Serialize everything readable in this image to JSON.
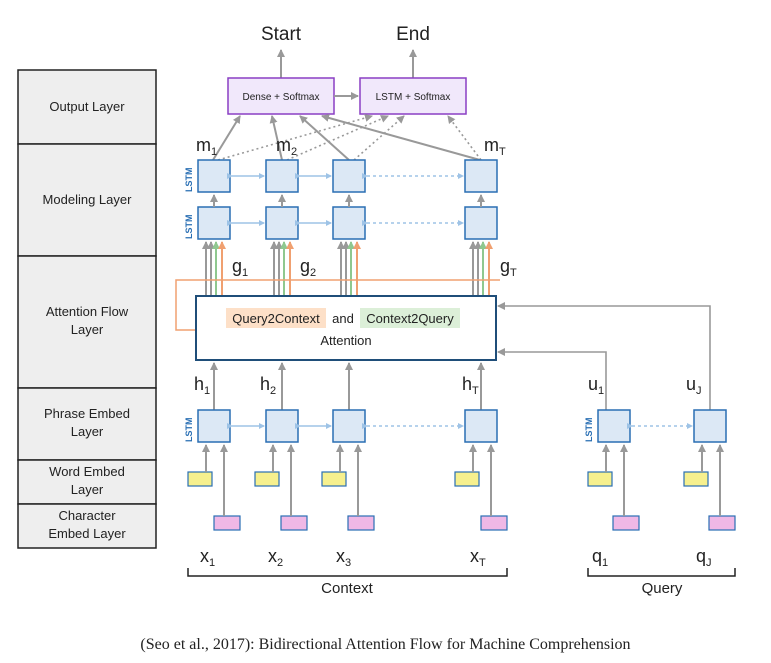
{
  "layers": [
    {
      "id": "output",
      "lines": [
        "Output Layer"
      ]
    },
    {
      "id": "modeling",
      "lines": [
        "Modeling Layer"
      ]
    },
    {
      "id": "attention",
      "lines": [
        "Attention Flow",
        "Layer"
      ]
    },
    {
      "id": "phrase",
      "lines": [
        "Phrase Embed",
        "Layer"
      ]
    },
    {
      "id": "word",
      "lines": [
        "Word Embed",
        "Layer"
      ]
    },
    {
      "id": "char",
      "lines": [
        "Character",
        "Embed Layer"
      ]
    }
  ],
  "outputs": {
    "start": "Start",
    "end": "End"
  },
  "output_boxes": {
    "dense": "Dense + Softmax",
    "lstm": "LSTM + Softmax"
  },
  "lstm_tag": "LSTM",
  "attention": {
    "q2c": "Query2Context",
    "and": "and",
    "c2q": "Context2Query",
    "attention": "Attention"
  },
  "labels": {
    "m": [
      {
        "base": "m",
        "sub": "1"
      },
      {
        "base": "m",
        "sub": "2"
      },
      {
        "base": "m",
        "sub": "T"
      }
    ],
    "g": [
      {
        "base": "g",
        "sub": "1"
      },
      {
        "base": "g",
        "sub": "2"
      },
      {
        "base": "g",
        "sub": "T"
      }
    ],
    "h": [
      {
        "base": "h",
        "sub": "1"
      },
      {
        "base": "h",
        "sub": "2"
      },
      {
        "base": "h",
        "sub": "T"
      }
    ],
    "u": [
      {
        "base": "u",
        "sub": "1"
      },
      {
        "base": "u",
        "sub": "J"
      }
    ],
    "x": [
      {
        "base": "x",
        "sub": "1"
      },
      {
        "base": "x",
        "sub": "2"
      },
      {
        "base": "x",
        "sub": "3"
      },
      {
        "base": "x",
        "sub": "T"
      }
    ],
    "q": [
      {
        "base": "q",
        "sub": "1"
      },
      {
        "base": "q",
        "sub": "J"
      }
    ]
  },
  "braces": {
    "context": "Context",
    "query": "Query"
  },
  "caption": "(Seo et al., 2017): Bidirectional Attention Flow for Machine Comprehension",
  "colors": {
    "lstm_fill": "#dce8f5",
    "lstm_stroke": "#2a6fb4",
    "purple": "#8a3fc4",
    "purple_fill": "#f1e8fb",
    "word_fill": "#f6f08e",
    "char_fill": "#f0b8e6",
    "orange": "#f0a070",
    "orange_fill": "#fde0c8",
    "green": "#8fc88f",
    "green_fill": "#dcefd8",
    "layer_fill": "#eeeeee",
    "arrow": "#999999",
    "light_arrow": "#9ec3e6"
  }
}
